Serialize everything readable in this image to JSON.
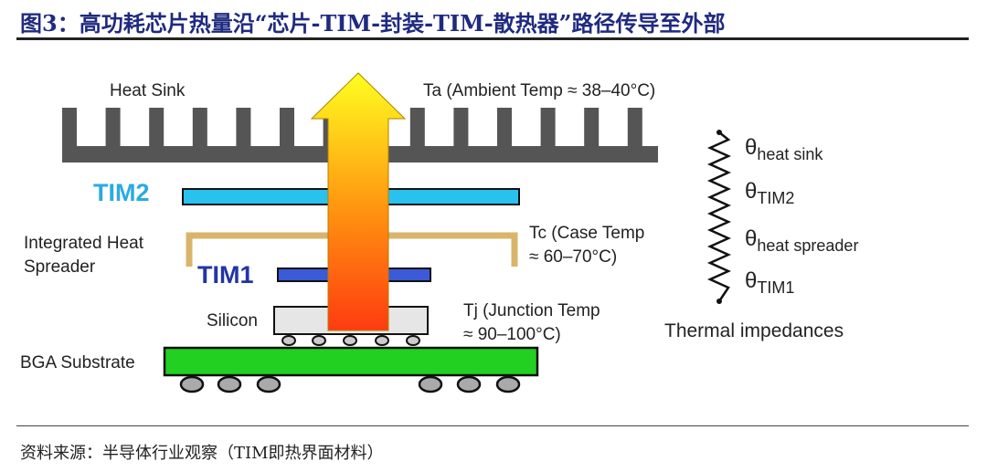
{
  "title": "图3：高功耗芯片热量沿“芯片-TIM-封装-TIM-散热器”路径传导至外部",
  "source": "资料来源：半导体行业观察（TIM即热界面材料）",
  "labels": {
    "heat_sink": "Heat Sink",
    "ambient": "Ta (Ambient Temp ≈ 38–40°C)",
    "tim2": "TIM2",
    "ihs_1": "Integrated Heat",
    "ihs_2": "Spreader",
    "tim1": "TIM1",
    "case_1": "Tc (Case Temp",
    "case_2": "≈ 60–70°C)",
    "silicon": "Silicon",
    "junction_1": "Tj (Junction Temp",
    "junction_2": "≈ 90–100°C)",
    "bga": "BGA Substrate"
  },
  "impedances": {
    "symbol": "θ",
    "items": [
      "heat sink",
      "TIM2",
      "heat spreader",
      "TIM1"
    ],
    "caption": "Thermal impedances"
  },
  "colors": {
    "title": "#1f2a80",
    "tim2": "#29abe2",
    "tim1": "#2233aa",
    "heatsink": "#555555",
    "ihs": "#d9b46a",
    "substrate": "#22cc22"
  }
}
